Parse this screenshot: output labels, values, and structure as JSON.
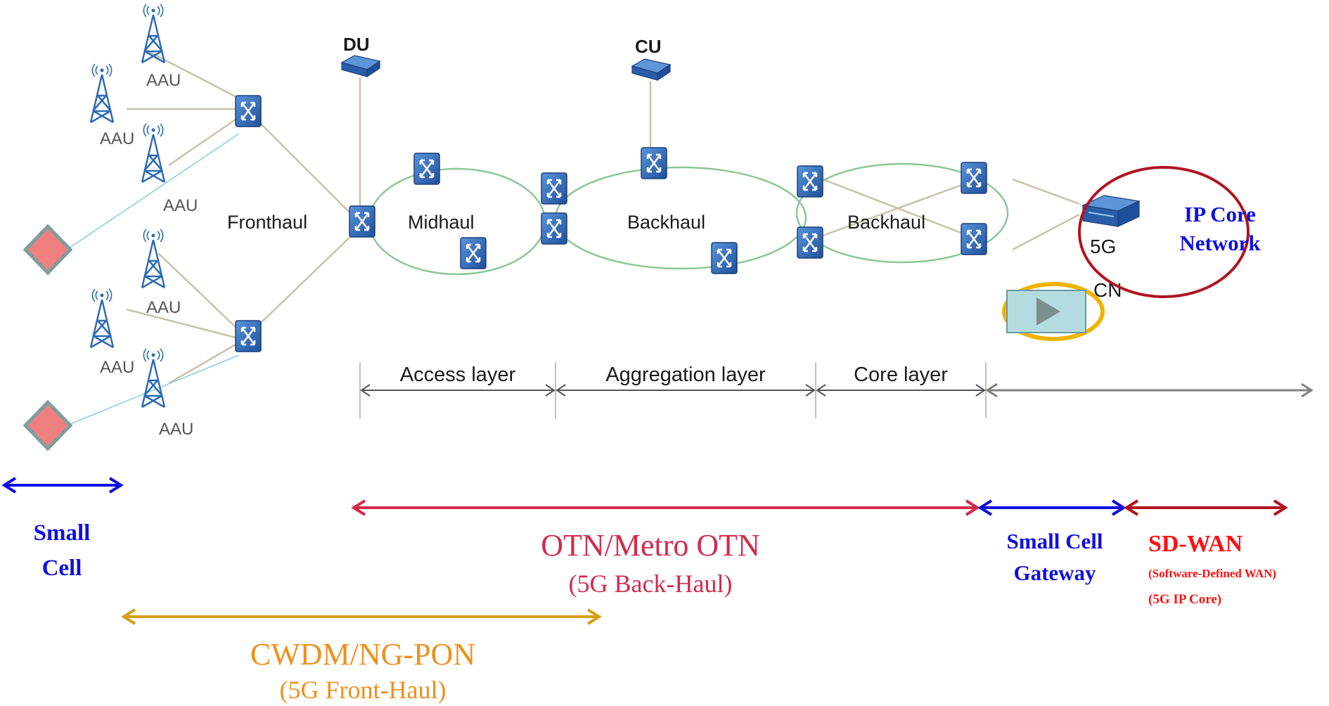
{
  "network": {
    "du_label": "DU",
    "cu_label": "CU",
    "aau_label": "AAU",
    "fronthaul_label": "Fronthaul",
    "midhaul_label": "Midhaul",
    "backhaul_label": "Backhaul",
    "core_5g_label": "5G",
    "core_cn_label": "CN",
    "ip_core_line1": "IP Core",
    "ip_core_line2": "Network"
  },
  "layers": {
    "access": "Access layer",
    "aggregation": "Aggregation layer",
    "core": "Core layer"
  },
  "spans": {
    "small_cell_line1": "Small",
    "small_cell_line2": "Cell",
    "otn_title": "OTN/Metro OTN",
    "otn_sub": "(5G Back-Haul)",
    "gateway_line1": "Small Cell",
    "gateway_line2": "Gateway",
    "sdwan_title": "SD-WAN",
    "sdwan_sub": "(Software-Defined WAN)",
    "sdwan_sub2": "(5G IP Core)",
    "cwdm_title": "CWDM/NG-PON",
    "cwdm_sub": "(5G Front-Haul)"
  },
  "colors": {
    "link_tan": "#c8c2a8",
    "ring_green": "#8cc894",
    "router_blue": "#2f6fbf",
    "tower_blue": "#2e6cb5",
    "small_cell_fill": "#f08080",
    "small_cell_border": "#7f9ea0",
    "blue_text": "#1010e0",
    "red_arrow": "#d42a4c",
    "gold_arrow": "#d4a017",
    "orange_text": "#f0901c",
    "darkred": "#b01420",
    "sdwan_red": "#ff1010",
    "gray_arrow": "#808080",
    "play_fill": "#b4dce0",
    "play_ring": "#f0b400"
  }
}
